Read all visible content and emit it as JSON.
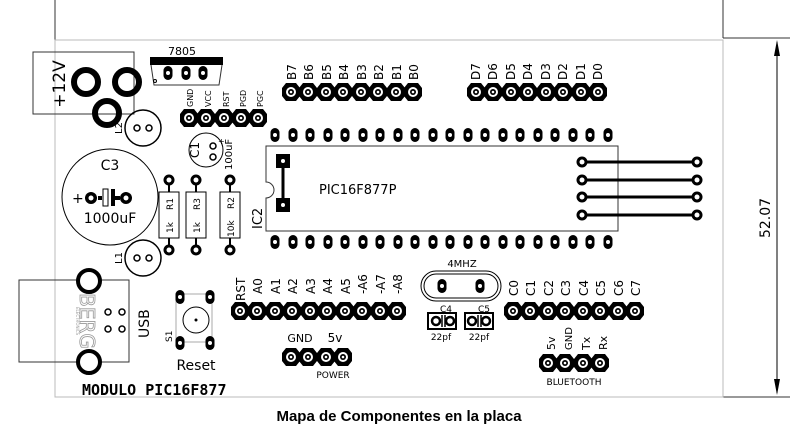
{
  "board": {
    "title": "MODULO PIC16F877",
    "dimension": "52.07",
    "caption": "Mapa de Componentes en la placa"
  },
  "power_jack": {
    "label": "+12V"
  },
  "regulator": {
    "label": "7805"
  },
  "programmer_header": {
    "pins": [
      "GND",
      "VCC",
      "RST",
      "PGD",
      "PGC"
    ]
  },
  "leds": {
    "l1": "L1",
    "l2": "L2"
  },
  "capacitors": {
    "c1": {
      "name": "C1",
      "value": "100uF"
    },
    "c3": {
      "name": "C3",
      "value": "1000uF"
    },
    "c4": {
      "name": "C4",
      "value": "22pf"
    },
    "c5": {
      "name": "C5",
      "value": "22pf"
    }
  },
  "resistors": [
    {
      "name": "R1",
      "value": "1k"
    },
    {
      "name": "R3",
      "value": "1k"
    },
    {
      "name": "R2",
      "value": "10k"
    }
  ],
  "ic": {
    "ref": "IC2",
    "part": "PIC16F877P",
    "pins_per_side": 20
  },
  "crystal": {
    "label": "4MHZ"
  },
  "usb": {
    "label": "USB",
    "brand": "BERG",
    "brand_sub": "ELECTRONICS"
  },
  "reset": {
    "ref": "S1",
    "label": "Reset"
  },
  "port_b": {
    "pins": [
      "B7",
      "B6",
      "B5",
      "B4",
      "B3",
      "B2",
      "B1",
      "B0"
    ]
  },
  "port_d": {
    "pins": [
      "D7",
      "D6",
      "D5",
      "D4",
      "D3",
      "D2",
      "D1",
      "D0"
    ]
  },
  "port_a": {
    "pins": [
      "RST",
      "A0",
      "A1",
      "A2",
      "A3",
      "A4",
      "A5",
      "-A6",
      "-A7",
      "-A8"
    ]
  },
  "port_c": {
    "pins": [
      "C0",
      "C1",
      "C2",
      "C3",
      "C4",
      "C5",
      "C6",
      "C7"
    ]
  },
  "power_header": {
    "label": "POWER",
    "gnd": "GND",
    "v5": "5v"
  },
  "bluetooth_header": {
    "label": "BLUETOOTH",
    "pins": [
      "5v",
      "GND",
      "Tx",
      "Rx"
    ]
  }
}
